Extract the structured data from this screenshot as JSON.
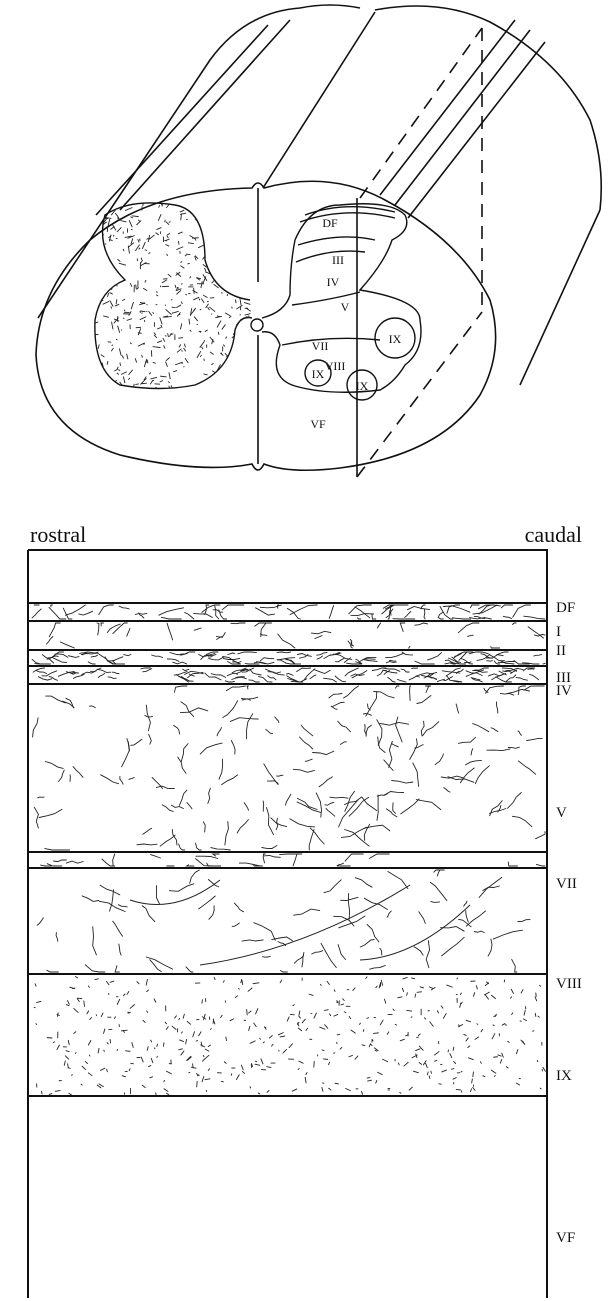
{
  "cross_section": {
    "dorsal_funiculus": "DF",
    "ventral_funiculus": "VF",
    "laminae": {
      "III": "III",
      "IV": "IV",
      "V": "V",
      "VII": "VII",
      "VIII": "VIII",
      "IX_lateral": "IX",
      "IX_medial": "IX",
      "IX_ventral": "IX"
    }
  },
  "sagittal_section": {
    "rostral_label": "rostral",
    "caudal_label": "caudal",
    "layers": [
      {
        "label": "DF",
        "fill": "none"
      },
      {
        "label": "I",
        "fill": "fibers"
      },
      {
        "label": "II",
        "fill": "sparse-fibers"
      },
      {
        "label": "III",
        "fill": "dense-fibers"
      },
      {
        "label": "IV",
        "fill": "dense-fibers"
      },
      {
        "label": "V",
        "fill": "fibers"
      },
      {
        "label": "VII",
        "fill": "sparse-fibers"
      },
      {
        "label": "VIII",
        "fill": "sparse-fibers"
      },
      {
        "label": "IX",
        "fill": "dots"
      },
      {
        "label": "VF",
        "fill": "none"
      }
    ]
  },
  "colors": {
    "ink": "#111111",
    "background": "#ffffff"
  }
}
